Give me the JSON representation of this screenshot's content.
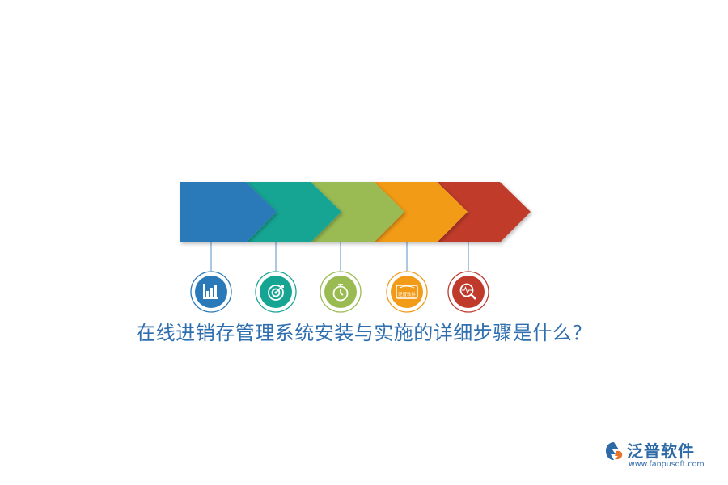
{
  "title": "在线进销存管理系统安装与实施的详细步骤是什么？",
  "steps": [
    {
      "color": "#2a7ab9",
      "icon": "bar-chart-icon"
    },
    {
      "color": "#17a593",
      "icon": "target-icon"
    },
    {
      "color": "#9abb52",
      "icon": "stopwatch-icon"
    },
    {
      "color": "#f29b19",
      "icon": "brand-card-icon"
    },
    {
      "color": "#c03a2c",
      "icon": "magnifier-pulse-icon"
    }
  ],
  "card_icon_text": "泛普软件",
  "brand": {
    "name": "泛普软件",
    "url": "www.fanpusoft.com",
    "color": "#2d6aa6",
    "accent": "#e8742a"
  }
}
